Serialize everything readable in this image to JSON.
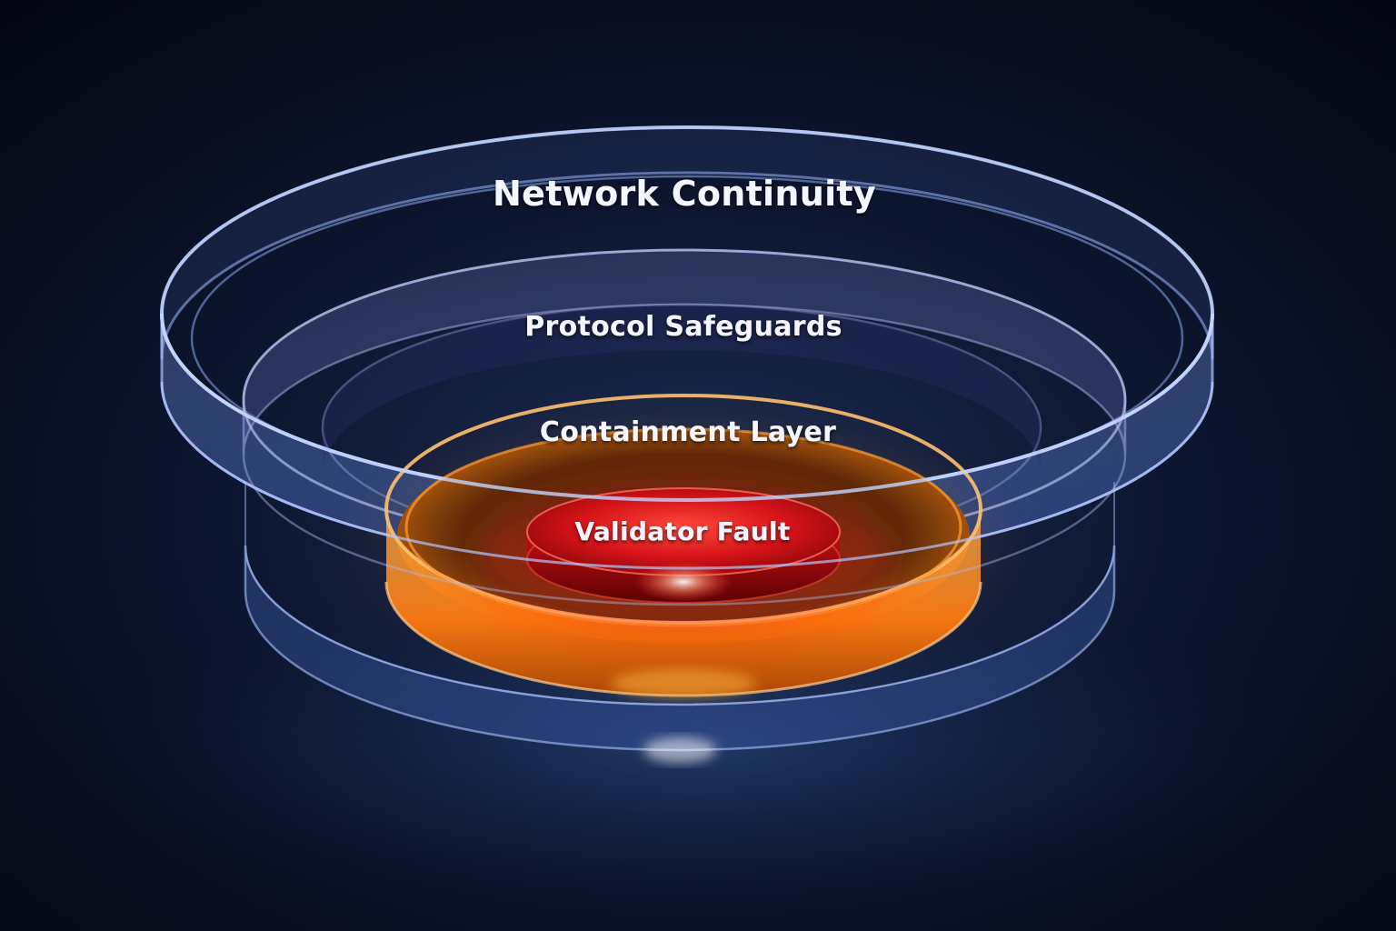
{
  "diagram": {
    "layers": [
      {
        "id": "network-continuity",
        "label": "Network Continuity",
        "color": "#8fb3ff"
      },
      {
        "id": "protocol-safeguards",
        "label": "Protocol Safeguards",
        "color": "#9aa6d8"
      },
      {
        "id": "containment-layer",
        "label": "Containment Layer",
        "color": "#ff8a1f"
      },
      {
        "id": "validator-fault",
        "label": "Validator Fault",
        "color": "#e0141a"
      }
    ]
  }
}
